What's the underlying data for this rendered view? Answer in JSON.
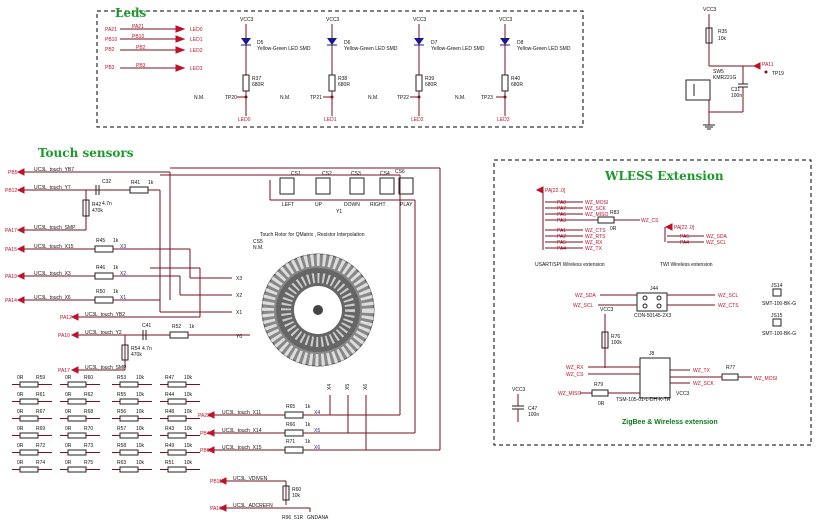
{
  "leds": {
    "title": "Leds",
    "pins": [
      "PA21",
      "PB10",
      "PB2",
      "PB3"
    ],
    "nets": [
      "LED0",
      "LED1",
      "LED2",
      "LED3"
    ],
    "vcc": "VCC3",
    "diodes": [
      {
        "ref": "D5",
        "part": "Yellow-Green LED SMD",
        "res": "R37",
        "val": "680R",
        "tp": "TP20",
        "net": "LED0"
      },
      {
        "ref": "D6",
        "part": "Yellow-Green LED SMD",
        "res": "R38",
        "val": "680R",
        "tp": "TP21",
        "net": "LED1"
      },
      {
        "ref": "D7",
        "part": "Yellow-Green LED SMD",
        "res": "R39",
        "val": "680R",
        "tp": "TP22",
        "net": "LED2"
      },
      {
        "ref": "D8",
        "part": "Yellow-Green LED SMD",
        "res": "R40",
        "val": "680R",
        "tp": "TP23",
        "net": "LED3"
      }
    ],
    "nm": "N.M.",
    "switch": {
      "vcc": "VCC3",
      "res": "R35",
      "res_val": "10k",
      "pin": "PA11",
      "tp": "TP19",
      "sw": "SW5",
      "sw_part": "KMR221G",
      "cap": "C31",
      "cap_val": "100n"
    }
  },
  "touch": {
    "title": "Touch sensors",
    "left_pins": [
      {
        "pin": "PB5",
        "label": "UC3L_touch_YB7"
      },
      {
        "pin": "PB12",
        "label": "UC3L_touch_Y7"
      },
      {
        "pin": "PA17",
        "label": "UC3L_touch_SMP"
      },
      {
        "pin": "PA15",
        "label": "UC3L_touch_X15"
      },
      {
        "pin": "PA19",
        "label": "UC3L_touch_X3"
      },
      {
        "pin": "PA14",
        "label": "UC3L_touch_X6"
      },
      {
        "pin": "PA12",
        "label": "UC3L_touch_YB2"
      },
      {
        "pin": "PA10",
        "label": "UC3L_touch_Y2"
      },
      {
        "pin": "PA17",
        "label": "UC3L_touch_SMP"
      }
    ],
    "parts": {
      "c32": "C32",
      "c32v": "4.7n",
      "r41": "R41",
      "r41v": "1k",
      "r42": "R42",
      "r42v": "470k",
      "r45": "R45",
      "r46": "R46",
      "r50": "R50",
      "c41": "C41",
      "c41v": "4.7n",
      "r52": "R52",
      "r54": "R54",
      "r54v": "470k",
      "onek": "1k"
    },
    "xnets": [
      "X3",
      "X2",
      "X1",
      "Y0",
      "Y1",
      "X4",
      "X5",
      "X6"
    ],
    "buttons": [
      "CS1",
      "CS2",
      "CS3",
      "CS4",
      "CS6"
    ],
    "button_labels": [
      "LEFT",
      "UP",
      "DOWN",
      "RIGHT",
      "PLAY"
    ],
    "rotor_ref": "CS5",
    "rotor_note": "Touch Rotor for QMatrix , Resistor Interpolation",
    "nm": "N.M.",
    "bottom_pins": [
      {
        "pin": "PA22",
        "label": "UC3L_touch_X11",
        "res": "R65",
        "val": "1k",
        "net": "X4"
      },
      {
        "pin": "PB4",
        "label": "UC3L_touch_X14",
        "res": "R66",
        "val": "1k",
        "net": "X5"
      },
      {
        "pin": "PB6",
        "label": "UC3L_touch_X15",
        "res": "R71",
        "val": "1k",
        "net": "X6"
      }
    ],
    "bottom2": [
      {
        "pin": "PB11",
        "label": "UC3L_VDIVEN",
        "res": "R60",
        "val": "10k"
      },
      {
        "pin": "PA16",
        "label": "UC3L_ADCREFN",
        "res": "R96",
        "val": "51R",
        "net": "GNDANA"
      }
    ],
    "res_grid": [
      [
        "0R",
        "R59",
        "0R",
        "R60",
        "R53",
        "10k",
        "R47",
        "10k"
      ],
      [
        "0R",
        "R61",
        "0R",
        "R62",
        "R55",
        "10k",
        "R44",
        "10k"
      ],
      [
        "0R",
        "R67",
        "0R",
        "R68",
        "R56",
        "10k",
        "R48",
        "10k"
      ],
      [
        "0R",
        "R69",
        "0R",
        "R70",
        "R57",
        "10k",
        "R43",
        "10k"
      ],
      [
        "0R",
        "R72",
        "0R",
        "R73",
        "R58",
        "10k",
        "R49",
        "10k"
      ],
      [
        "0R",
        "R74",
        "0R",
        "R75",
        "R63",
        "10k",
        "R51",
        "10k"
      ]
    ]
  },
  "wless": {
    "title": "WLESS Extension",
    "bus1": "PA[22..0]",
    "bus2": "PA[22..0]",
    "left_sigs": [
      {
        "pin": "PA8",
        "net": "WZ_MOSI"
      },
      {
        "pin": "PA7",
        "net": "WZ_SCK"
      },
      {
        "pin": "PA6",
        "net": "WZ_MISO"
      },
      {
        "pin": "PA3",
        "net": ""
      },
      {
        "pin": "PA1",
        "net": "WZ_CTS"
      },
      {
        "pin": "PA2",
        "net": "WZ_RTS"
      },
      {
        "pin": "PA5",
        "net": "WZ_RX"
      },
      {
        "pin": "PA4",
        "net": "WZ_TX"
      }
    ],
    "r83": "R83",
    "r83v": "0R",
    "wz_cs": "WZ_CS",
    "twi_sigs": [
      {
        "pin": "PA6",
        "net": "WZ_SDA"
      },
      {
        "pin": "PA4",
        "net": "WZ_SCL"
      }
    ],
    "note1": "USART/SPI Wireless extension",
    "note2": "TWI Wireless extension",
    "j44": {
      "ref": "J44",
      "part": "CON-50145-2X3",
      "l": [
        "WZ_SDA",
        "WZ_SCL"
      ],
      "r": [
        "WZ_SCL",
        "WZ_CTS"
      ]
    },
    "vcc3": "VCC3",
    "r76": "R76",
    "r76v": "100k",
    "j8": {
      "ref": "J8",
      "part": "TSM-105-01-L-DH-K-TR",
      "l": [
        "WZ_RX",
        "WZ_CS",
        "WZ_MISO"
      ],
      "r": [
        "WZ_TX",
        "WZ_SCK",
        "VCC3"
      ]
    },
    "r77": "R77",
    "mosi": "WZ_MOSI",
    "r79": "R79",
    "r79v": "0R",
    "c47": "C47",
    "c47v": "100n",
    "jumpers": [
      {
        "ref": "JS14",
        "part": "SMT-100-BK-G"
      },
      {
        "ref": "JS15",
        "part": "SMT-100-BK-G"
      }
    ],
    "footer": "ZigBee & Wireless extension"
  }
}
